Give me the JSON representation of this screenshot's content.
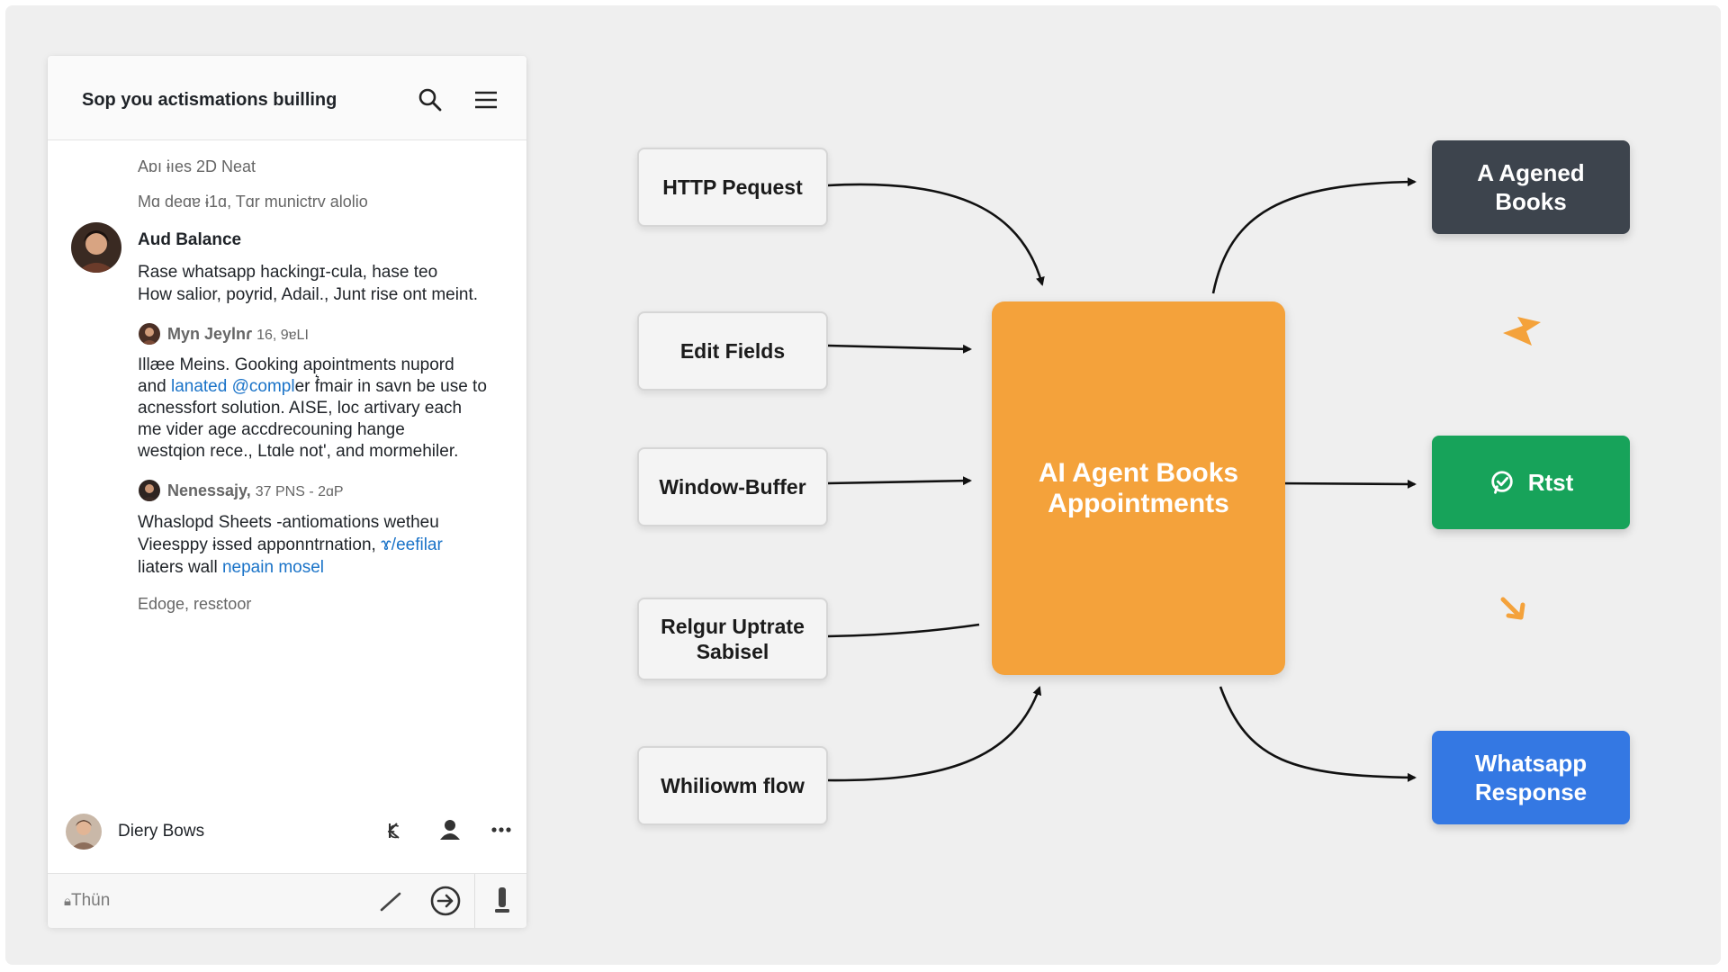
{
  "chat": {
    "title": "Sop you actismations builling",
    "header_icons": [
      "search-icon",
      "menu-icon"
    ],
    "meta_line_1": "Aɒı ɨıes 2D Neat",
    "meta_line_2": "Mɑ deɑɐ ɨ1ɑ, Tɑr munictrv alolio",
    "messages": [
      {
        "author": "Aud Balance",
        "lines": [
          "Rase whatsapp hackingɪ-cula, hase teo",
          "How salior, poyrid, Adail., Junt rise ont meint."
        ]
      },
      {
        "author": "Myn Jeylnɾ",
        "time": "16, 9ɐLI",
        "line1_prefix": "Illæe Meins. Gooking apointments nupord",
        "line2_pre": "and ",
        "line2_link": "lanated @compl",
        "line2_post": "er f͛mair in savn be use to",
        "line3": "acnessfort solution. AISE, loc artivary each",
        "line4": "me vider age accdrecouning hange",
        "line5": "westqion rece., Ltɑle not', and mormehiler."
      },
      {
        "author": "Nenessajy,",
        "time": "37 PNS - 2ɑP",
        "line1": "Whaslopd Sheets -antiomations wetheu",
        "line2_pre": "Vieesppy ɨssed apponntrnation, ",
        "line2_link": "ɤ/eefilar",
        "line3_pre": "liaters wall ",
        "line3_link": "nepain mosel"
      }
    ],
    "footer_note": "Edoge, resɛtoor",
    "current_user": "Diery Bows",
    "input_placeholder": "Thün",
    "colors": {
      "link": "#1a73c8"
    }
  },
  "flow": {
    "inputs": [
      "HTTP Pequest",
      "Edit Fields",
      "Window-Buffer",
      "Relgur Uptrate Sabisel",
      "Whiliowm flow"
    ],
    "center": "AI Agent Books Appointments",
    "outputs": [
      {
        "label": "A Agened Books",
        "color": "#3d444d"
      },
      {
        "label": "Rtst",
        "color": "#17a35a",
        "icon": "whatsapp-icon"
      },
      {
        "label": "Whatsapp Response",
        "color": "#3478e3"
      }
    ],
    "center_color": "#f4a23b",
    "spark_color": "#f4a23b"
  }
}
